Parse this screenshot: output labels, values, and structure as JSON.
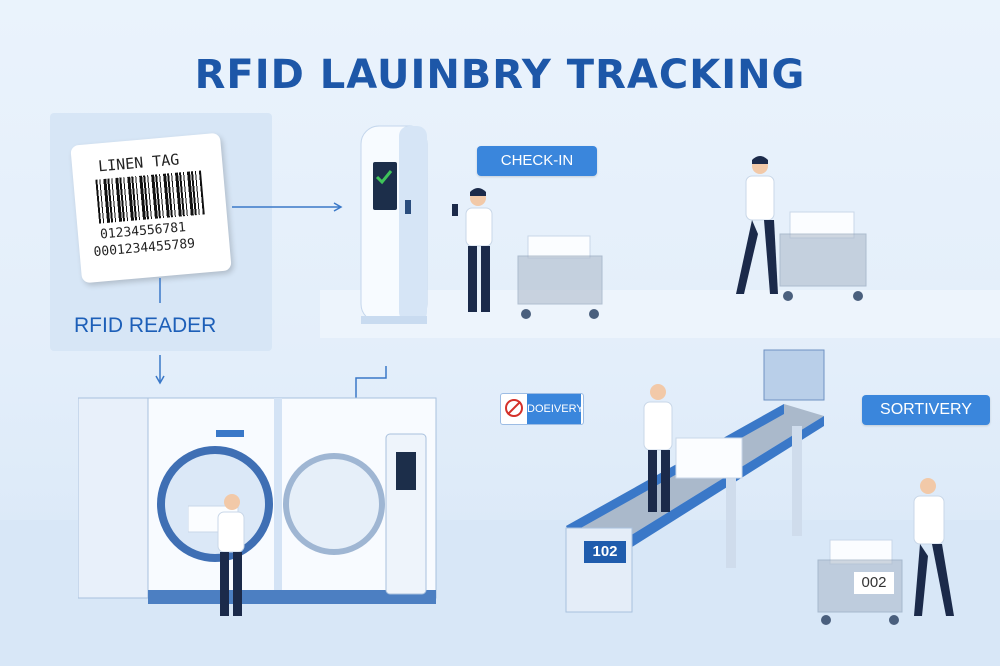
{
  "title": "RFID LAUINBRY TRACKING",
  "tag": {
    "heading": "LINEN TAG",
    "number1": "01234556781",
    "number2": "0001234455789"
  },
  "reader_label": "RFID READER",
  "labels": {
    "check_in": "CHECK-IN",
    "delivery": "DOEIVERY",
    "sortivery": "SORTIVERY",
    "bin_102": "102",
    "cart_002": "002"
  },
  "icons": [
    "checkmark-icon",
    "no-entry-icon"
  ],
  "colors": {
    "brand_blue": "#1d57a8",
    "accent_blue": "#3a86dc",
    "background": "#e6f0fb",
    "scrub_navy": "#1b2a4a",
    "cart_gray": "#aab7c8"
  }
}
